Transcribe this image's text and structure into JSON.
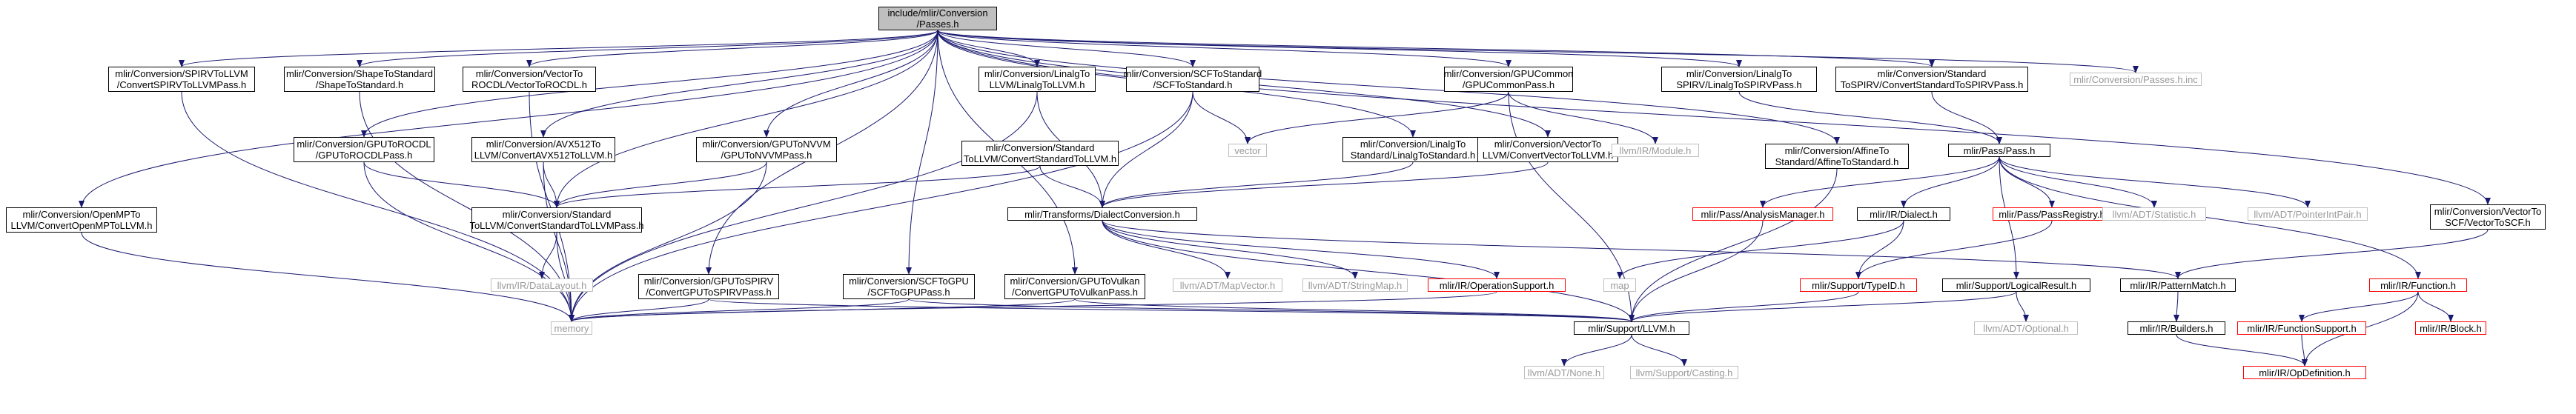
{
  "nodes": [
    {
      "id": "root",
      "style": "root",
      "lines": [
        "include/mlir/Conversion",
        "/Passes.h"
      ]
    },
    {
      "id": "spirv_llvm",
      "style": "boxed",
      "lines": [
        "mlir/Conversion/SPIRVToLLVM",
        "/ConvertSPIRVToLLVMPass.h"
      ]
    },
    {
      "id": "shape_std",
      "style": "boxed",
      "lines": [
        "mlir/Conversion/ShapeToStandard",
        "/ShapeToStandard.h"
      ]
    },
    {
      "id": "vector_rocdl",
      "style": "boxed",
      "lines": [
        "mlir/Conversion/VectorTo",
        "ROCDL/VectorToROCDL.h"
      ]
    },
    {
      "id": "linalg_llvm",
      "style": "boxed",
      "lines": [
        "mlir/Conversion/LinalgTo",
        "LLVM/LinalgToLLVM.h"
      ]
    },
    {
      "id": "scf_std",
      "style": "boxed",
      "lines": [
        "mlir/Conversion/SCFToStandard",
        "/SCFToStandard.h"
      ]
    },
    {
      "id": "gpu_common",
      "style": "boxed",
      "lines": [
        "mlir/Conversion/GPUCommon",
        "/GPUCommonPass.h"
      ]
    },
    {
      "id": "linalg_spirv",
      "style": "boxed",
      "lines": [
        "mlir/Conversion/LinalgTo",
        "SPIRV/LinalgToSPIRVPass.h"
      ]
    },
    {
      "id": "std_spirv",
      "style": "boxed",
      "lines": [
        "mlir/Conversion/Standard",
        "ToSPIRV/ConvertStandardToSPIRVPass.h"
      ]
    },
    {
      "id": "passes_inc",
      "style": "plain",
      "lines": [
        "mlir/Conversion/Passes.h.inc"
      ]
    },
    {
      "id": "openmp_llvm",
      "style": "boxed",
      "lines": [
        "mlir/Conversion/OpenMPTo",
        "LLVM/ConvertOpenMPToLLVM.h"
      ]
    },
    {
      "id": "gpu_rocdl",
      "style": "boxed",
      "lines": [
        "mlir/Conversion/GPUToROCDL",
        "/GPUToROCDLPass.h"
      ]
    },
    {
      "id": "avx512_llvm",
      "style": "boxed",
      "lines": [
        "mlir/Conversion/AVX512To",
        "LLVM/ConvertAVX512ToLLVM.h"
      ]
    },
    {
      "id": "gpu_nvvm",
      "style": "boxed",
      "lines": [
        "mlir/Conversion/GPUToNVVM",
        "/GPUToNVVMPass.h"
      ]
    },
    {
      "id": "std_llvm_pass",
      "style": "boxed",
      "lines": [
        "mlir/Conversion/Standard",
        "ToLLVM/ConvertStandardToLLVM.h"
      ]
    },
    {
      "id": "vector",
      "style": "plain",
      "lines": [
        "vector"
      ]
    },
    {
      "id": "linalg_std",
      "style": "boxed",
      "lines": [
        "mlir/Conversion/LinalgTo",
        "Standard/LinalgToStandard.h"
      ]
    },
    {
      "id": "vector_llvm",
      "style": "boxed",
      "lines": [
        "mlir/Conversion/VectorTo",
        "LLVM/ConvertVectorToLLVM.h"
      ]
    },
    {
      "id": "ir_module",
      "style": "plain",
      "lines": [
        "llvm/IR/Module.h"
      ]
    },
    {
      "id": "affine_std",
      "style": "boxed",
      "lines": [
        "mlir/Conversion/AffineTo",
        "Standard/AffineToStandard.h"
      ]
    },
    {
      "id": "pass_pass",
      "style": "boxed",
      "lines": [
        "mlir/Pass/Pass.h"
      ]
    },
    {
      "id": "std_llvm_pass2",
      "style": "boxed",
      "lines": [
        "mlir/Conversion/Standard",
        "ToLLVM/ConvertStandardToLLVMPass.h"
      ]
    },
    {
      "id": "dialect_conv",
      "style": "boxed",
      "lines": [
        "mlir/Transforms/DialectConversion.h"
      ]
    },
    {
      "id": "analysis_mgr",
      "style": "red",
      "lines": [
        "mlir/Pass/AnalysisManager.h"
      ]
    },
    {
      "id": "ir_dialect",
      "style": "boxed",
      "lines": [
        "mlir/IR/Dialect.h"
      ]
    },
    {
      "id": "pass_registry",
      "style": "red",
      "lines": [
        "mlir/Pass/PassRegistry.h"
      ]
    },
    {
      "id": "adt_statistic",
      "style": "plain",
      "lines": [
        "llvm/ADT/Statistic.h"
      ]
    },
    {
      "id": "adt_ptrint",
      "style": "plain",
      "lines": [
        "llvm/ADT/PointerIntPair.h"
      ]
    },
    {
      "id": "vector_scf",
      "style": "boxed",
      "lines": [
        "mlir/Conversion/VectorTo",
        "SCF/VectorToSCF.h"
      ]
    },
    {
      "id": "data_layout",
      "style": "plain",
      "lines": [
        "llvm/IR/DataLayout.h"
      ]
    },
    {
      "id": "gpu_spirv",
      "style": "boxed",
      "lines": [
        "mlir/Conversion/GPUToSPIRV",
        "/ConvertGPUToSPIRVPass.h"
      ]
    },
    {
      "id": "scf_gpu",
      "style": "boxed",
      "lines": [
        "mlir/Conversion/SCFToGPU",
        "/SCFToGPUPass.h"
      ]
    },
    {
      "id": "gpu_vulkan",
      "style": "boxed",
      "lines": [
        "mlir/Conversion/GPUToVulkan",
        "/ConvertGPUToVulkanPass.h"
      ]
    },
    {
      "id": "adt_mapvector",
      "style": "plain",
      "lines": [
        "llvm/ADT/MapVector.h"
      ]
    },
    {
      "id": "adt_stringmap",
      "style": "plain",
      "lines": [
        "llvm/ADT/StringMap.h"
      ]
    },
    {
      "id": "op_support",
      "style": "red",
      "lines": [
        "mlir/IR/OperationSupport.h"
      ]
    },
    {
      "id": "map",
      "style": "plain",
      "lines": [
        "map"
      ]
    },
    {
      "id": "typeid",
      "style": "red",
      "lines": [
        "mlir/Support/TypeID.h"
      ]
    },
    {
      "id": "logical_result",
      "style": "boxed",
      "lines": [
        "mlir/Support/LogicalResult.h"
      ]
    },
    {
      "id": "pattern_match",
      "style": "boxed",
      "lines": [
        "mlir/IR/PatternMatch.h"
      ]
    },
    {
      "id": "ir_function",
      "style": "red",
      "lines": [
        "mlir/IR/Function.h"
      ]
    },
    {
      "id": "memory",
      "style": "plain",
      "lines": [
        "memory"
      ]
    },
    {
      "id": "support_llvm",
      "style": "boxed",
      "lines": [
        "mlir/Support/LLVM.h"
      ]
    },
    {
      "id": "adt_optional",
      "style": "plain",
      "lines": [
        "llvm/ADT/Optional.h"
      ]
    },
    {
      "id": "ir_builders",
      "style": "boxed",
      "lines": [
        "mlir/IR/Builders.h"
      ]
    },
    {
      "id": "function_support",
      "style": "red",
      "lines": [
        "mlir/IR/FunctionSupport.h"
      ]
    },
    {
      "id": "ir_block",
      "style": "red",
      "lines": [
        "mlir/IR/Block.h"
      ]
    },
    {
      "id": "adt_none",
      "style": "plain",
      "lines": [
        "llvm/ADT/None.h"
      ]
    },
    {
      "id": "support_casting",
      "style": "plain",
      "lines": [
        "llvm/Support/Casting.h"
      ]
    },
    {
      "id": "op_definition",
      "style": "red",
      "lines": [
        "mlir/IR/OpDefinition.h"
      ]
    }
  ],
  "edges": [
    [
      "root",
      "spirv_llvm"
    ],
    [
      "root",
      "shape_std"
    ],
    [
      "root",
      "vector_rocdl"
    ],
    [
      "root",
      "linalg_llvm"
    ],
    [
      "root",
      "scf_std"
    ],
    [
      "root",
      "gpu_common"
    ],
    [
      "root",
      "linalg_spirv"
    ],
    [
      "root",
      "std_spirv"
    ],
    [
      "root",
      "passes_inc"
    ],
    [
      "root",
      "openmp_llvm"
    ],
    [
      "root",
      "gpu_rocdl"
    ],
    [
      "root",
      "avx512_llvm"
    ],
    [
      "root",
      "gpu_nvvm"
    ],
    [
      "root",
      "std_llvm_pass2"
    ],
    [
      "root",
      "linalg_std"
    ],
    [
      "root",
      "vector_llvm"
    ],
    [
      "root",
      "affine_std"
    ],
    [
      "root",
      "vector_scf"
    ],
    [
      "root",
      "gpu_spirv"
    ],
    [
      "root",
      "scf_gpu"
    ],
    [
      "root",
      "gpu_vulkan"
    ],
    [
      "spirv_llvm",
      "memory"
    ],
    [
      "shape_std",
      "memory"
    ],
    [
      "vector_rocdl",
      "memory"
    ],
    [
      "openmp_llvm",
      "memory"
    ],
    [
      "gpu_rocdl",
      "memory"
    ],
    [
      "gpu_rocdl",
      "std_llvm_pass2"
    ],
    [
      "avx512_llvm",
      "memory"
    ],
    [
      "avx512_llvm",
      "std_llvm_pass2"
    ],
    [
      "gpu_nvvm",
      "memory"
    ],
    [
      "gpu_nvvm",
      "std_llvm_pass2"
    ],
    [
      "linalg_llvm",
      "memory"
    ],
    [
      "linalg_llvm",
      "dialect_conv"
    ],
    [
      "std_llvm_pass",
      "std_llvm_pass2"
    ],
    [
      "std_llvm_pass",
      "dialect_conv"
    ],
    [
      "scf_std",
      "vector"
    ],
    [
      "scf_std",
      "memory"
    ],
    [
      "scf_std",
      "dialect_conv"
    ],
    [
      "gpu_common",
      "vector"
    ],
    [
      "gpu_common",
      "ir_module"
    ],
    [
      "gpu_common",
      "support_llvm"
    ],
    [
      "linalg_spirv",
      "pass_pass"
    ],
    [
      "std_spirv",
      "pass_pass"
    ],
    [
      "linalg_std",
      "dialect_conv"
    ],
    [
      "vector_llvm",
      "dialect_conv"
    ],
    [
      "affine_std",
      "support_llvm"
    ],
    [
      "std_llvm_pass2",
      "data_layout"
    ],
    [
      "std_llvm_pass2",
      "memory"
    ],
    [
      "pass_pass",
      "analysis_mgr"
    ],
    [
      "pass_pass",
      "ir_dialect"
    ],
    [
      "pass_pass",
      "pass_registry"
    ],
    [
      "pass_pass",
      "adt_statistic"
    ],
    [
      "pass_pass",
      "adt_ptrint"
    ],
    [
      "pass_pass",
      "ir_function"
    ],
    [
      "pass_pass",
      "logical_result"
    ],
    [
      "dialect_conv",
      "adt_mapvector"
    ],
    [
      "dialect_conv",
      "adt_stringmap"
    ],
    [
      "dialect_conv",
      "op_support"
    ],
    [
      "dialect_conv",
      "support_llvm"
    ],
    [
      "dialect_conv",
      "pattern_match"
    ],
    [
      "analysis_mgr",
      "support_llvm"
    ],
    [
      "ir_dialect",
      "map"
    ],
    [
      "ir_dialect",
      "typeid"
    ],
    [
      "pass_registry",
      "typeid"
    ],
    [
      "vector_scf",
      "pattern_match"
    ],
    [
      "gpu_spirv",
      "memory"
    ],
    [
      "gpu_spirv",
      "support_llvm"
    ],
    [
      "scf_gpu",
      "memory"
    ],
    [
      "scf_gpu",
      "support_llvm"
    ],
    [
      "gpu_vulkan",
      "memory"
    ],
    [
      "gpu_vulkan",
      "support_llvm"
    ],
    [
      "op_support",
      "memory"
    ],
    [
      "typeid",
      "support_llvm"
    ],
    [
      "logical_result",
      "support_llvm"
    ],
    [
      "logical_result",
      "adt_optional"
    ],
    [
      "pattern_match",
      "ir_builders"
    ],
    [
      "ir_function",
      "function_support"
    ],
    [
      "ir_function",
      "ir_block"
    ],
    [
      "ir_function",
      "op_definition"
    ],
    [
      "support_llvm",
      "adt_none"
    ],
    [
      "support_llvm",
      "support_casting"
    ],
    [
      "ir_builders",
      "op_definition"
    ],
    [
      "function_support",
      "op_definition"
    ]
  ],
  "colors": {
    "edge": "#191970",
    "root_fill": "#bfbfbf",
    "red_border": "#ff0000",
    "plain_border": "#bfbfbf",
    "plain_text": "#9a9a9a"
  }
}
